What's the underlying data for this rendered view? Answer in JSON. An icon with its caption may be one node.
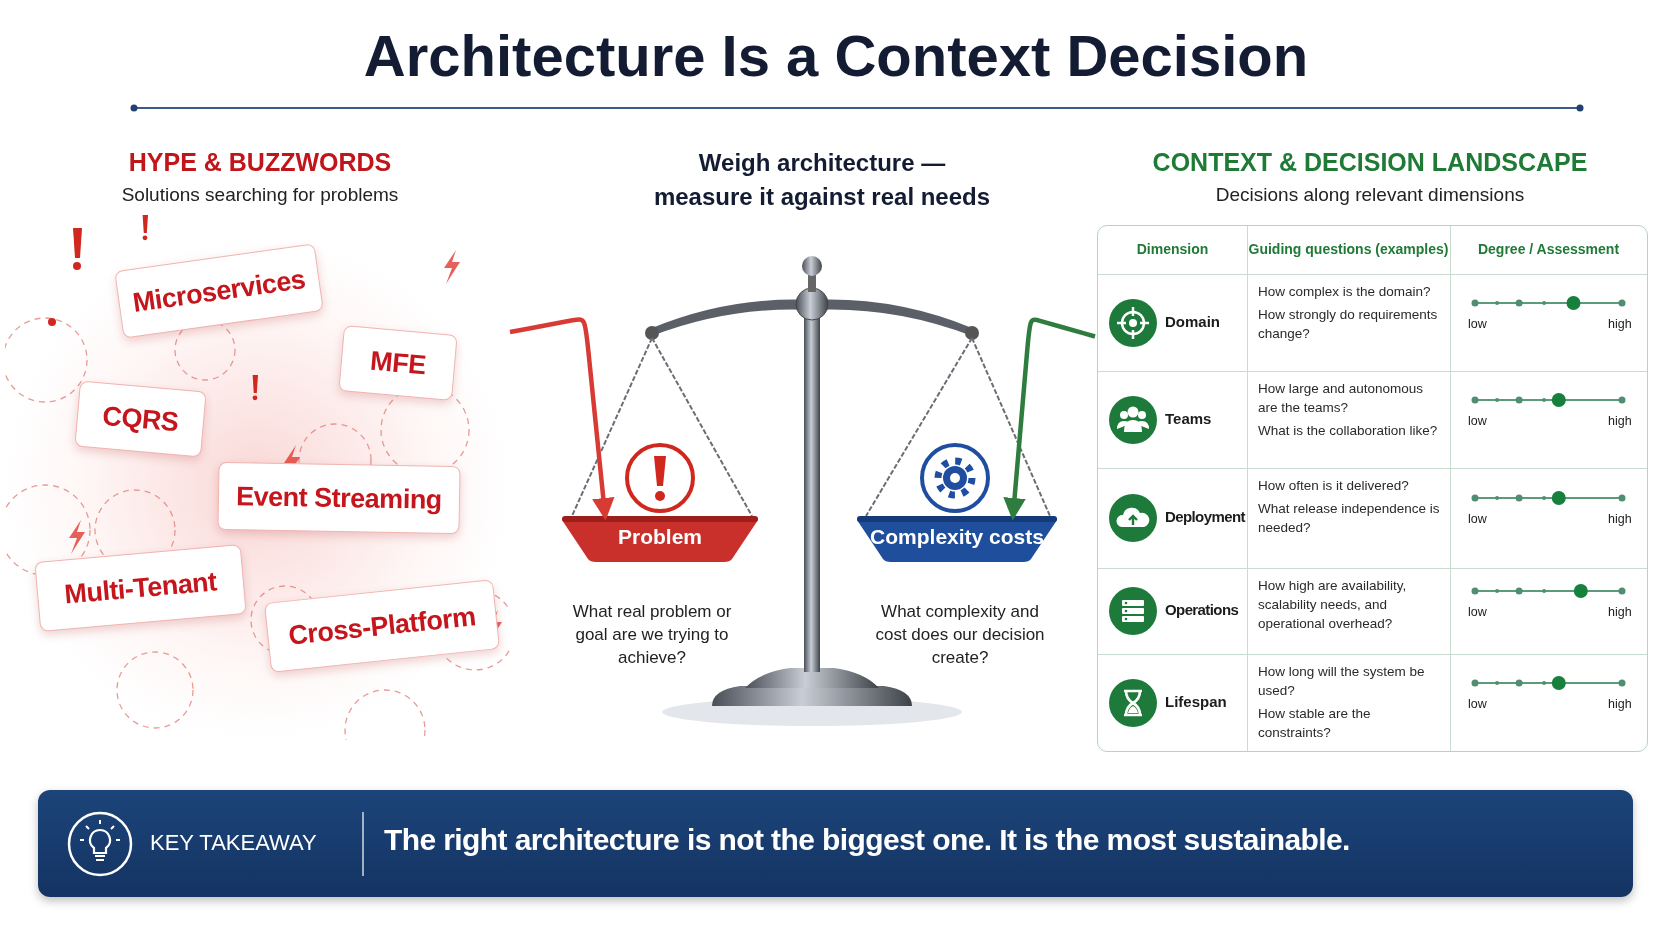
{
  "diagram": {
    "title": "Architecture Is a Context Decision",
    "nodes": [
      {
        "text": [
          "HYPE & BUZZWORDS",
          "Solutions searching for problems"
        ]
      },
      {
        "text": [
          "Microservices"
        ],
        "in": 0
      },
      {
        "text": [
          "MFE"
        ],
        "in": 0
      },
      {
        "text": [
          "CQRS"
        ],
        "in": 0
      },
      {
        "text": [
          "Event Streaming"
        ],
        "in": 0
      },
      {
        "text": [
          "Multi-Tenant"
        ],
        "in": 0
      },
      {
        "text": [
          "Cross-Platform"
        ],
        "in": 0
      },
      {
        "text": [
          "Problem"
        ],
        "beside": [
          "What real problem or goal are we trying to achieve?"
        ]
      },
      {
        "text": [
          "Complexity costs"
        ],
        "beside": [
          "What complexity and cost does our decision create?"
        ]
      },
      {
        "text": [
          "CONTEXT & DECISION LANDSCAPE",
          "Decisions along relevant dimensions"
        ]
      },
      {
        "text": [
          "KEY TAKEAWAY",
          "The right architecture is not the biggest one. It is the most sustainable."
        ]
      }
    ],
    "edges": [
      {
        "from": 0,
        "to": 7,
        "arrow": "to",
        "color": "#d83a34"
      },
      {
        "from": 9,
        "to": 8,
        "arrow": "to",
        "color": "#2e7d3e"
      }
    ],
    "labels": [
      "Weigh architecture — measure it against real needs",
      "Dimension",
      "Guiding questions (examples)",
      "Degree / Assessment",
      "Domain",
      "How complex is the domain?",
      "How strongly do requirements change?",
      "low",
      "high",
      "Teams",
      "How large and autonomous are the teams?",
      "What is the collaboration like?",
      "low",
      "high",
      "Deployment",
      "How often is it delivered?",
      "What release independence is needed?",
      "low",
      "high",
      "Operations",
      "How high are availability, scalability needs, and operational overhead?",
      "low",
      "high",
      "Lifespan",
      "How long will the system be used?",
      "How stable are the constraints?",
      "low",
      "high"
    ]
  }
}
